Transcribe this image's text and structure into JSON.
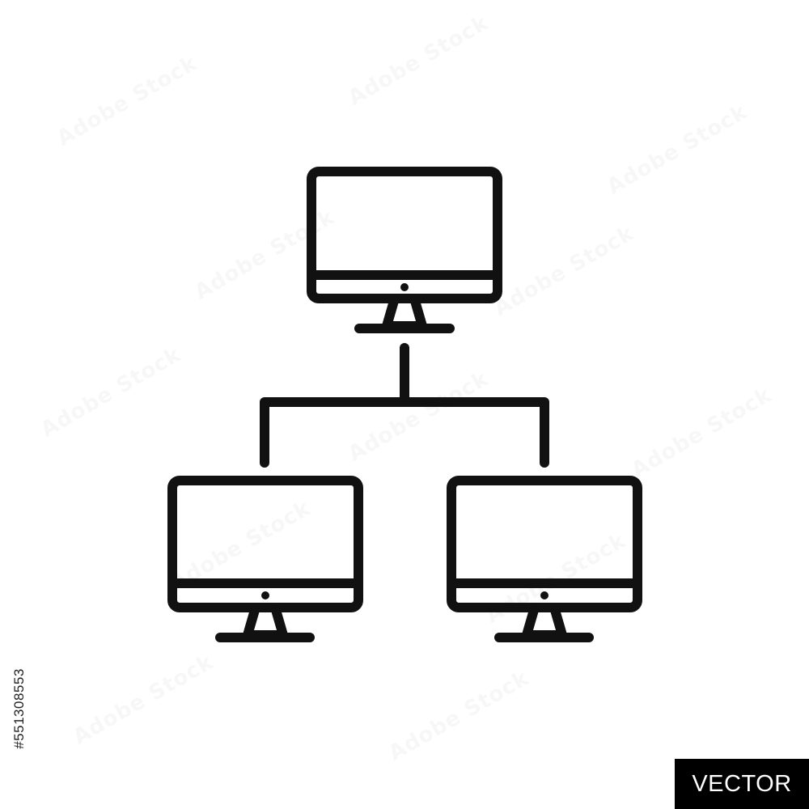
{
  "watermark": {
    "text": "Adobe Stock",
    "color": "#bebebe"
  },
  "stock_id": "#551308553",
  "badge": {
    "label": "VECTOR",
    "background": "#000000",
    "text_color": "#ffffff"
  },
  "icon": {
    "name": "computer-network-icon",
    "stroke_color": "#111111",
    "nodes": [
      "top-monitor",
      "bottom-left-monitor",
      "bottom-right-monitor"
    ]
  }
}
